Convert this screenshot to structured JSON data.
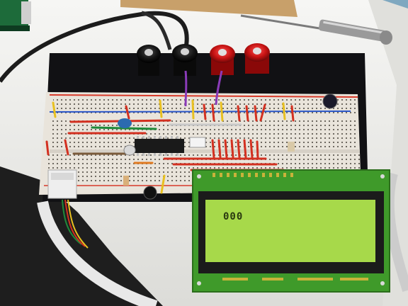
{
  "scene": {
    "kind": "photo",
    "subject": "breadboard-with-lcd"
  },
  "lcd": {
    "display_text": "000",
    "backlight_color": "#a7d94a",
    "pcb_color": "#3f9a2a"
  },
  "colors": {
    "breadboard": "#e9e4db",
    "base_plate": "#111114",
    "table": "#f2f2f0",
    "wall": "#2b2b2b",
    "post_black": "#0f0f0f",
    "post_red": "#c41212",
    "rail_red": "#d83a2a",
    "rail_blue": "#2a56c8"
  },
  "icons": {
    "binding_post": "binding-post-icon",
    "ic_chip": "ic-chip-icon",
    "capacitor": "capacitor-icon",
    "connector": "connector-icon",
    "screwdriver": "screwdriver-icon"
  }
}
